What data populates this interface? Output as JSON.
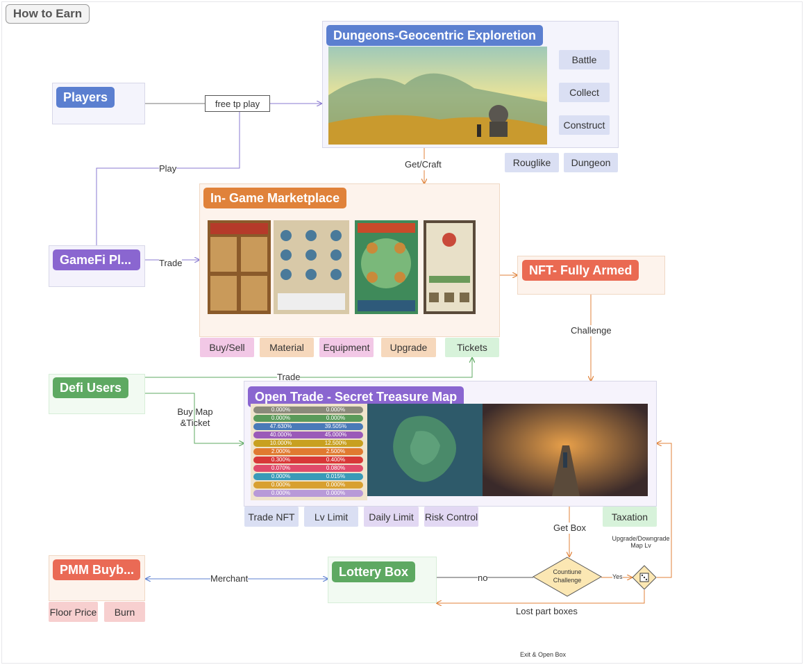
{
  "title": "How to Earn",
  "dungeons": {
    "title": "Dungeons-Geocentric  Exploretion",
    "actions": [
      "Battle",
      "Collect",
      "Construct"
    ],
    "modes": [
      "Rouglike",
      "Dungeon"
    ]
  },
  "players": {
    "title": "Players"
  },
  "gamefi": {
    "title": "GameFi Pl..."
  },
  "marketplace": {
    "title": "In- Game Marketplace",
    "tags": [
      "Buy/Sell",
      "Material",
      "Equipment",
      "Upgrade",
      "Tickets"
    ]
  },
  "nft": {
    "title": "NFT- Fully Armed"
  },
  "defi": {
    "title": "Defi Users"
  },
  "open_trade": {
    "title": "Open Trade - Secret Treasure Map",
    "tags": [
      "Trade NFT",
      "Lv Limit",
      "Daily Limit",
      "Risk Control",
      "Taxation"
    ],
    "rates": [
      {
        "a": "0.000%",
        "b": "0.000%",
        "color": "#8a8a7a"
      },
      {
        "a": "0.000%",
        "b": "0.000%",
        "color": "#5a9a5a"
      },
      {
        "a": "47.630%",
        "b": "39.505%",
        "color": "#4a7ab8"
      },
      {
        "a": "40.000%",
        "b": "45.000%",
        "color": "#9a5ab8"
      },
      {
        "a": "10.000%",
        "b": "12.500%",
        "color": "#c8a020"
      },
      {
        "a": "2.000%",
        "b": "2.500%",
        "color": "#e07a30"
      },
      {
        "a": "0.300%",
        "b": "0.400%",
        "color": "#d83838"
      },
      {
        "a": "0.070%",
        "b": "0.080%",
        "color": "#e04a6a"
      },
      {
        "a": "0.000%",
        "b": "0.015%",
        "color": "#3a9ab8"
      },
      {
        "a": "0.000%",
        "b": "0.000%",
        "color": "#d8a030"
      },
      {
        "a": "0.000%",
        "b": "0.000%",
        "color": "#b89ad8"
      }
    ]
  },
  "pmm": {
    "title": "PMM Buyb...",
    "tags": [
      "Floor Price",
      "Burn"
    ]
  },
  "lottery": {
    "title": "Lottery Box"
  },
  "decision": {
    "label": "Countiune Challenge"
  },
  "connectors": {
    "free_play": "free tp play",
    "play": "Play",
    "get_craft": "Get/Craft",
    "trade_gamefi": "Trade",
    "challenge": "Challenge",
    "trade_defi": "Trade",
    "buy_map": "Buy Map\n&Ticket",
    "get_box": "Get Box",
    "upgrade": "Upgrade/Downgrade\nMap Lv",
    "yes": "Yes",
    "no": "no",
    "merchant": "Merchant",
    "lost": "Lost part boxes",
    "exit": "Exit & Open Box"
  },
  "colors": {
    "blue": "#5b7fd0",
    "purple": "#8a66d0",
    "orange": "#e0823a",
    "red": "#ea6a52",
    "green": "#5ea962",
    "pmm": "#ea6a55"
  }
}
